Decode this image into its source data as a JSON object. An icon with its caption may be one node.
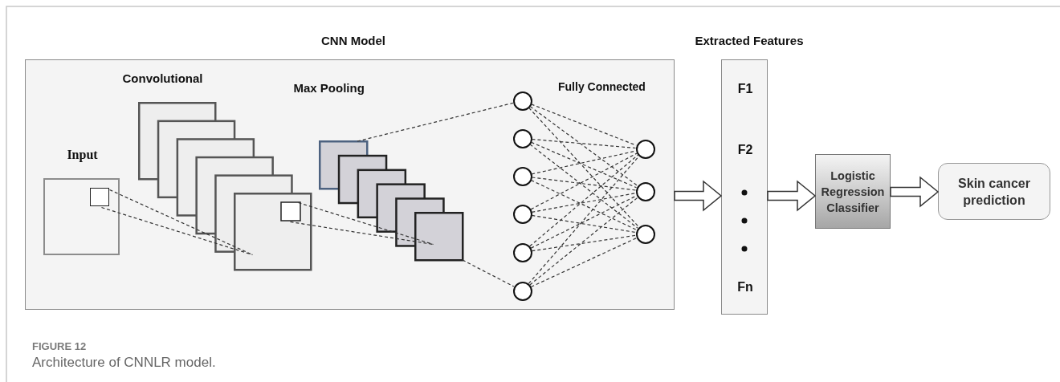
{
  "diagram": {
    "caption": "Architecture of CNNLR model.",
    "nodes": [
      {
        "text": [
          "CNN Model"
        ]
      },
      {
        "text": [
          "Input"
        ],
        "in": 0
      },
      {
        "text": [
          "Convolutional"
        ],
        "in": 0
      },
      {
        "text": [
          "Max Pooling"
        ],
        "in": 0
      },
      {
        "text": [],
        "shape": "circle",
        "in": 0
      },
      {
        "text": [],
        "shape": "circle",
        "in": 0
      },
      {
        "text": [],
        "shape": "circle",
        "in": 0
      },
      {
        "text": [],
        "shape": "circle",
        "in": 0
      },
      {
        "text": [],
        "shape": "circle",
        "in": 0
      },
      {
        "text": [],
        "shape": "circle",
        "in": 0
      },
      {
        "text": [],
        "shape": "circle",
        "in": 0
      },
      {
        "text": [],
        "shape": "circle",
        "in": 0
      },
      {
        "text": [],
        "shape": "circle",
        "in": 0
      },
      {
        "text": [
          "Extracted Features",
          "F1",
          "F2",
          "Fn"
        ]
      },
      {
        "text": [
          "Logistic Regression Classifier"
        ]
      },
      {
        "text": [
          "Skin cancer prediction"
        ]
      }
    ],
    "edges": [
      {
        "from": 3,
        "to": 4,
        "arrow": "none",
        "style": "dashed"
      },
      {
        "from": 3,
        "to": 9,
        "arrow": "none",
        "style": "dashed"
      },
      {
        "from": 4,
        "to": 10,
        "arrow": "none",
        "style": "dashed"
      },
      {
        "from": 4,
        "to": 11,
        "arrow": "none",
        "style": "dashed"
      },
      {
        "from": 4,
        "to": 12,
        "arrow": "none",
        "style": "dashed"
      },
      {
        "from": 5,
        "to": 10,
        "arrow": "none",
        "style": "dashed"
      },
      {
        "from": 5,
        "to": 11,
        "arrow": "none",
        "style": "dashed"
      },
      {
        "from": 5,
        "to": 12,
        "arrow": "none",
        "style": "dashed"
      },
      {
        "from": 6,
        "to": 10,
        "arrow": "none",
        "style": "dashed"
      },
      {
        "from": 6,
        "to": 11,
        "arrow": "none",
        "style": "dashed"
      },
      {
        "from": 6,
        "to": 12,
        "arrow": "none",
        "style": "dashed"
      },
      {
        "from": 7,
        "to": 10,
        "arrow": "none",
        "style": "dashed"
      },
      {
        "from": 7,
        "to": 11,
        "arrow": "none",
        "style": "dashed"
      },
      {
        "from": 7,
        "to": 12,
        "arrow": "none",
        "style": "dashed"
      },
      {
        "from": 8,
        "to": 10,
        "arrow": "none",
        "style": "dashed"
      },
      {
        "from": 8,
        "to": 11,
        "arrow": "none",
        "style": "dashed"
      },
      {
        "from": 8,
        "to": 12,
        "arrow": "none",
        "style": "dashed"
      },
      {
        "from": 9,
        "to": 10,
        "arrow": "none",
        "style": "dashed"
      },
      {
        "from": 9,
        "to": 11,
        "arrow": "none",
        "style": "dashed"
      },
      {
        "from": 9,
        "to": 12,
        "arrow": "none",
        "style": "dashed"
      },
      {
        "from": 0,
        "to": 13,
        "arrow": "to",
        "style": "thick"
      },
      {
        "from": 13,
        "to": 14,
        "arrow": "to",
        "style": "thick"
      },
      {
        "from": 14,
        "to": 15,
        "arrow": "to",
        "style": "thick"
      },
      {
        "from": 1,
        "to": 2,
        "arrow": "none",
        "style": "dashed"
      },
      {
        "from": 1,
        "to": 2,
        "arrow": "none",
        "style": "dashed"
      },
      {
        "from": 2,
        "to": 3,
        "arrow": "none",
        "style": "dashed"
      },
      {
        "from": 2,
        "to": 3,
        "arrow": "none",
        "style": "dashed"
      }
    ],
    "labels": [
      "Fully Connected",
      "FIGURE 12"
    ]
  }
}
